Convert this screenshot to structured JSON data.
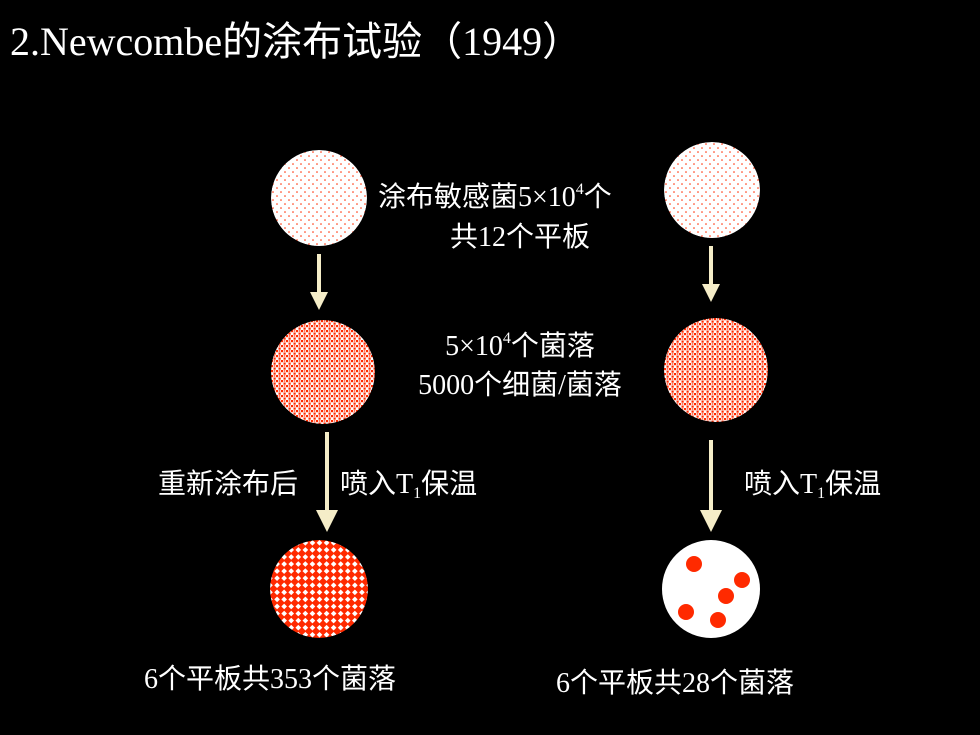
{
  "title": "2.Newcombe的涂布试验（1949）",
  "step1": {
    "line1_prefix": "涂布敏感菌5×10",
    "line1_exp": "4",
    "line1_suffix": "个",
    "line2": "共12个平板"
  },
  "step2": {
    "line1_prefix": "5×10",
    "line1_exp": "4",
    "line1_suffix": "个菌落",
    "line2": "5000个细菌/菌落"
  },
  "left": {
    "respread": "重新涂布后",
    "spray_prefix": "喷入T",
    "spray_sub": "1",
    "spray_suffix": "保温",
    "result": "6个平板共353个菌落"
  },
  "right": {
    "spray_prefix": "喷入T",
    "spray_sub": "1",
    "spray_suffix": "保温",
    "result": "6个平板共28个菌落"
  },
  "colors": {
    "background": "#000000",
    "colony": "#ff2a00",
    "plate": "#ffffff",
    "arrow": "#f5edc8"
  }
}
